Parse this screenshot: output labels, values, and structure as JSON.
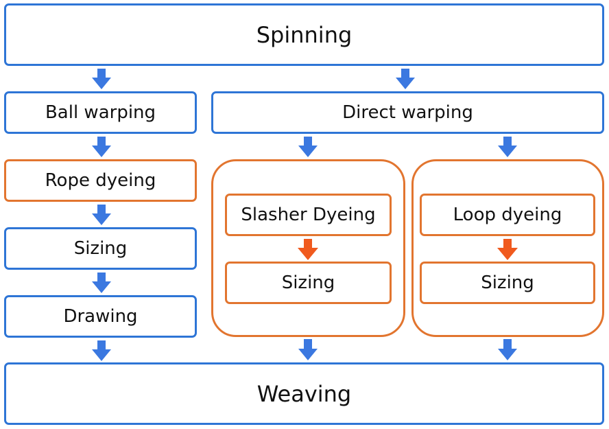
{
  "colors": {
    "blue": "#2e75d6",
    "orange": "#e2752f",
    "blue_arrow": "#3b78e0",
    "orange_arrow": "#f05a1e"
  },
  "top": {
    "label": "Spinning"
  },
  "left_column": {
    "ball_warping": "Ball warping",
    "rope_dyeing": "Rope dyeing",
    "sizing": "Sizing",
    "drawing": "Drawing"
  },
  "direct": {
    "label": "Direct warping",
    "slasher": {
      "dyeing": "Slasher Dyeing",
      "sizing": "Sizing"
    },
    "loop": {
      "dyeing": "Loop dyeing",
      "sizing": "Sizing"
    }
  },
  "bottom": {
    "label": "Weaving"
  }
}
